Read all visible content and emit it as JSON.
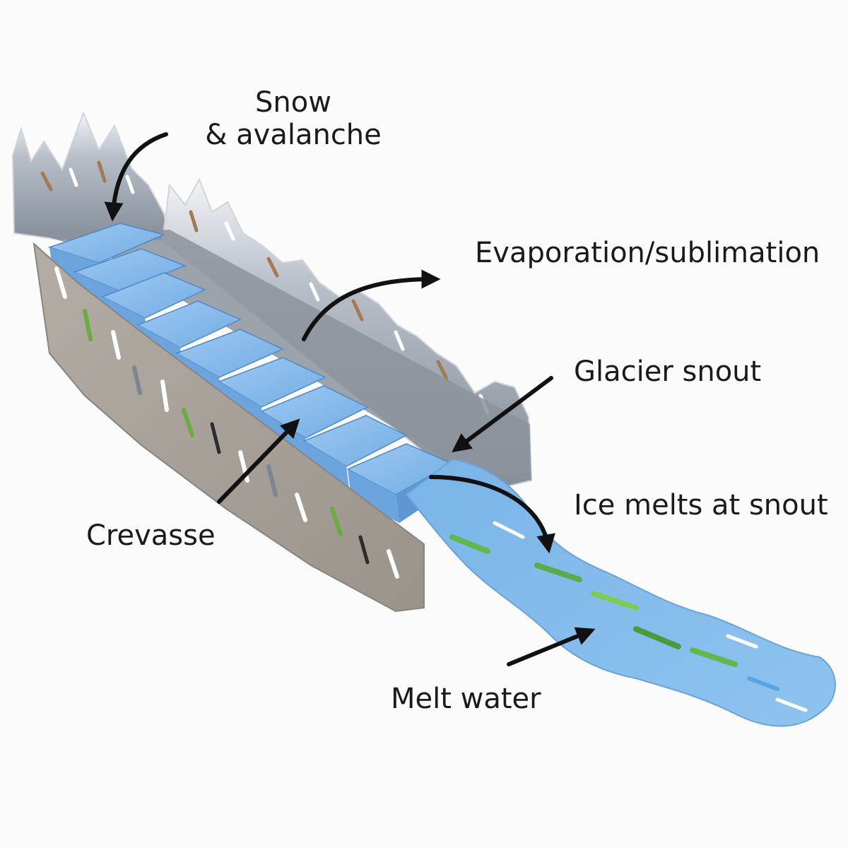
{
  "labels": {
    "snow_line1": "Snow",
    "snow_line2": "& avalanche",
    "evaporation": "Evaporation/sublimation",
    "snout": "Glacier snout",
    "crevasse": "Crevasse",
    "ice_melts": "Ice melts at snout",
    "melt_water": "Melt water"
  },
  "colors": {
    "background": "#fbfbfb",
    "ice": "#79b0e6",
    "ice_top": "#8cc0f0",
    "rock": "#a7a19b",
    "mountain": "#9aa2ac",
    "water": "#82b9ea",
    "water_streak": "#62b84c",
    "arrow": "#111111"
  }
}
